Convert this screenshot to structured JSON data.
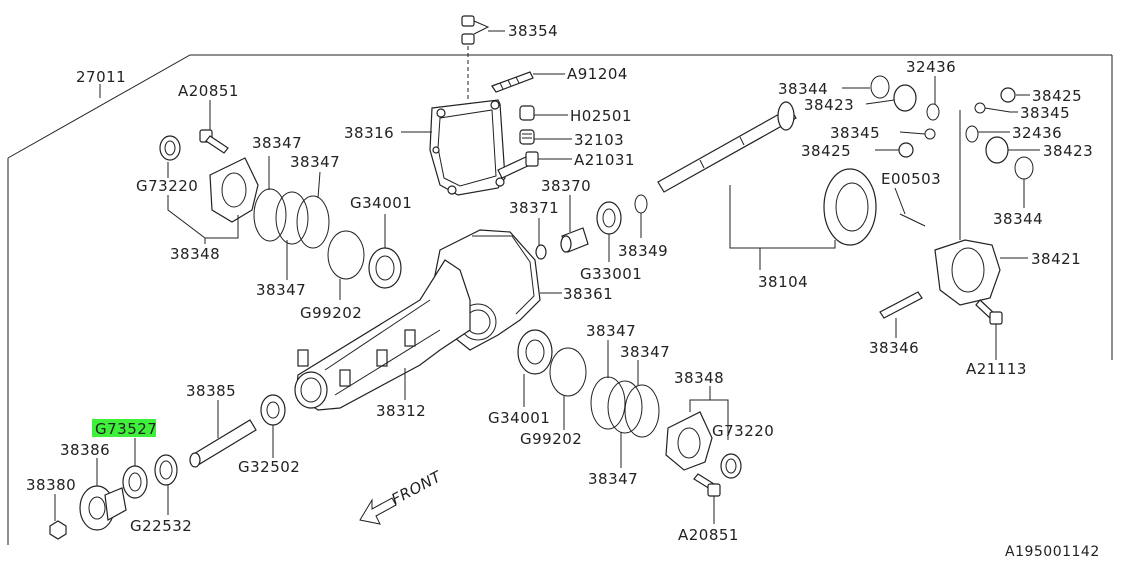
{
  "diagram_id": "A195001142",
  "front_label": "FRONT",
  "highlight_color": "#3ef03a",
  "labels": {
    "l38354": "38354",
    "l27011": "27011",
    "lA20851_top": "A20851",
    "lA91204": "A91204",
    "lH02501": "H02501",
    "l32103": "32103",
    "lA21031": "A21031",
    "l38316": "38316",
    "l38347_a": "38347",
    "l38347_b": "38347",
    "lG73220_left": "G73220",
    "l38348_left": "38348",
    "l38347_c": "38347",
    "lG34001_top": "G34001",
    "lG99202_top": "G99202",
    "l38370": "38370",
    "l38371": "38371",
    "l38349": "38349",
    "lG33001": "G33001",
    "l38361": "38361",
    "l38344_top": "38344",
    "l38423_top": "38423",
    "l32436_top": "32436",
    "l38425_top": "38425",
    "l38345_right": "38345",
    "l38345_left": "38345",
    "l32436_right": "32436",
    "l38425_left": "38425",
    "l38423_right": "38423",
    "lE00503": "E00503",
    "l38344_right": "38344",
    "l38104": "38104",
    "l38421": "38421",
    "l38346": "38346",
    "lA21113": "A21113",
    "l38385": "38385",
    "lG73527": "G73527",
    "l38386": "38386",
    "l38380": "38380",
    "lG22532": "G22532",
    "lG32502": "G32502",
    "l38312": "38312",
    "l38347_d": "38347",
    "l38347_e": "38347",
    "lG34001_bottom": "G34001",
    "lG99202_bottom": "G99202",
    "l38348_right": "38348",
    "lG73220_right": "G73220",
    "l38347_f": "38347",
    "lA20851_bottom": "A20851"
  }
}
